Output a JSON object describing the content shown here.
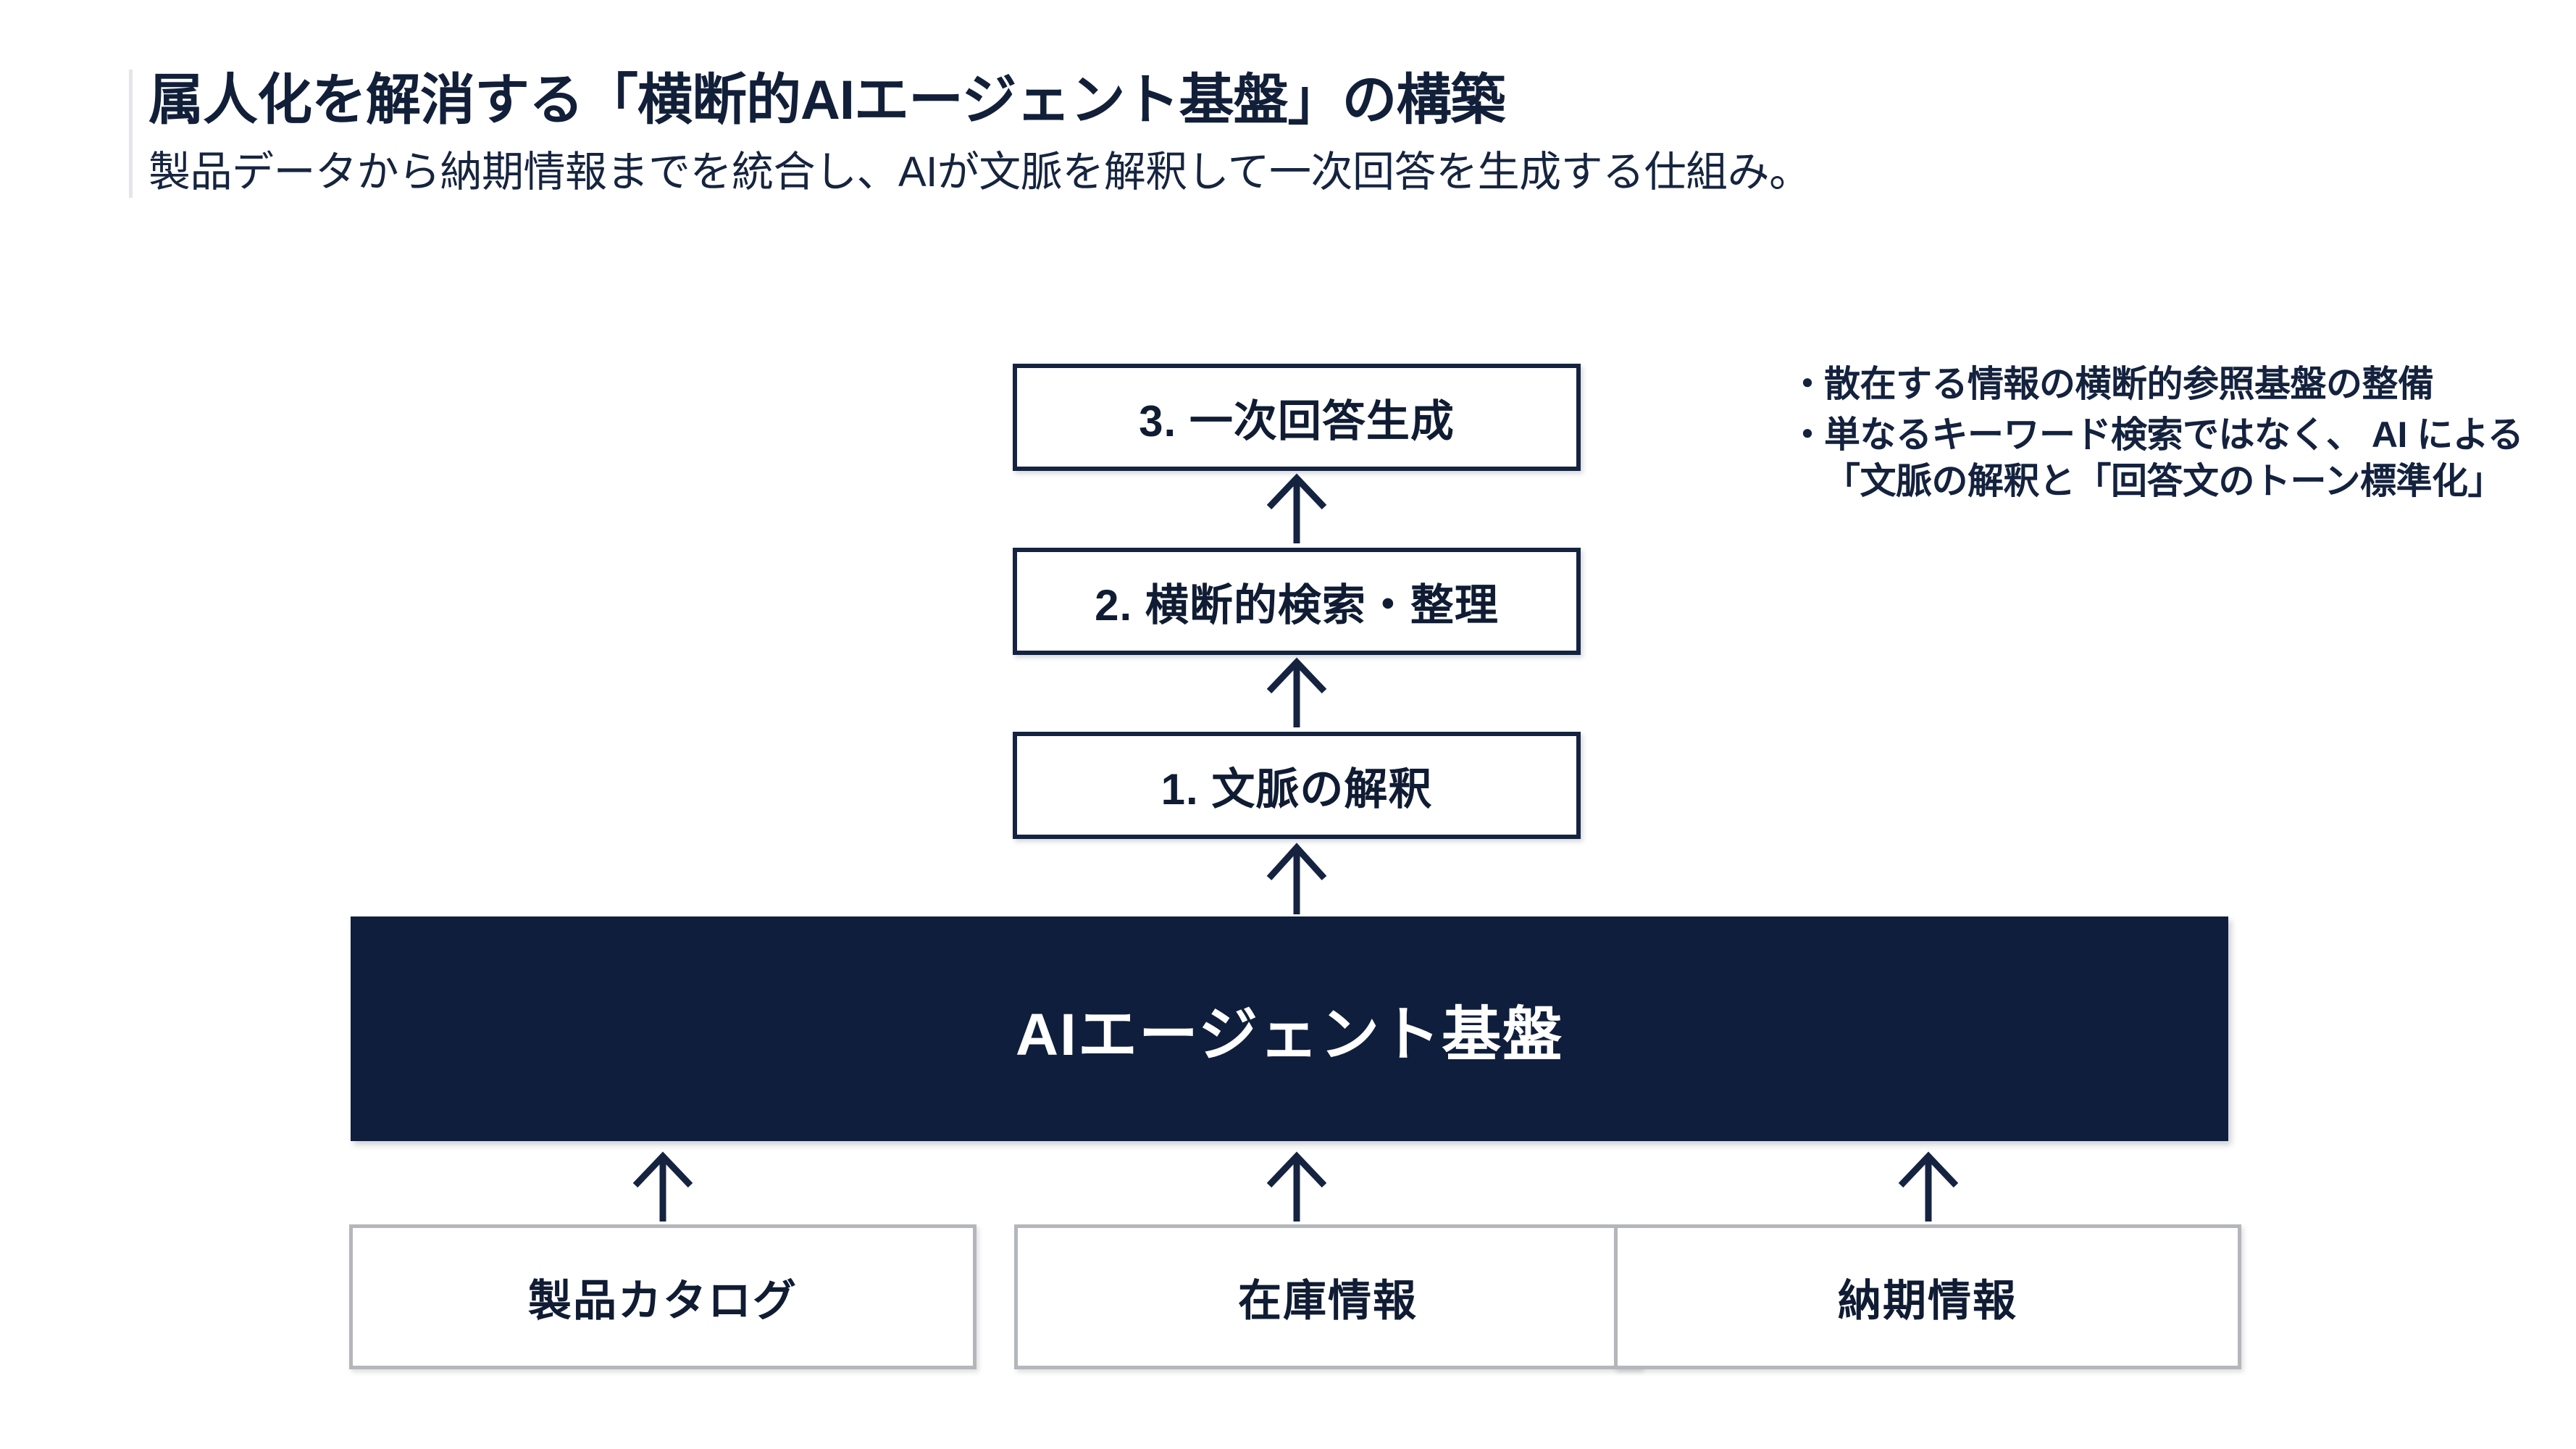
{
  "slide": {
    "background_color": "#ffffff",
    "accent_navy": "#0f1e3c",
    "text_navy": "#14223e",
    "source_border_gray": "#b3b6bb"
  },
  "header": {
    "title": "属人化を解消する「横断的AIエージェント基盤」の構築",
    "subtitle": "製品データから納期情報までを統合し、AIが文脈を解釈して一次回答を生成する仕組み。"
  },
  "diagram": {
    "process_steps": [
      {
        "label": "3. 一次回答生成"
      },
      {
        "label": "2. 横断的検索・整理"
      },
      {
        "label": "1. 文脈の解釈"
      }
    ],
    "platform": {
      "label": "AIエージェント基盤"
    },
    "sources": [
      {
        "label": "製品カタログ"
      },
      {
        "label": "在庫情報"
      },
      {
        "label": "納期情報"
      }
    ]
  },
  "bullets": [
    {
      "marker": "・",
      "text": "散在する情報の横断的参照基盤の整備"
    },
    {
      "marker": "・",
      "text": "単なるキーワード検索ではなく、 AI による「文脈の解釈と「回答文のトーン標準化」"
    }
  ]
}
